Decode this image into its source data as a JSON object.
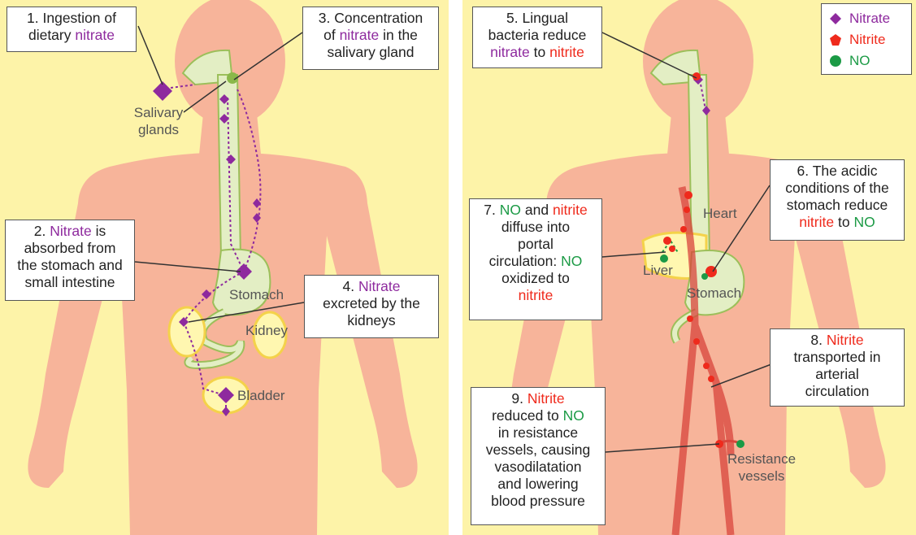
{
  "colors": {
    "background": "#fdf3a8",
    "body": "#f7b49a",
    "gut": "#e3eec4",
    "nitrate": "#8e2a9e",
    "nitrite": "#ef2a1c",
    "no": "#1b9a45",
    "organ_glow": "#fff7b0",
    "vessel": "#d9453c"
  },
  "left": {
    "box1": {
      "num": "1.",
      "text1": "Ingestion of",
      "text2": "dietary",
      "nitrate": "nitrate"
    },
    "box2": {
      "num": "2.",
      "nitrate": "Nitrate",
      "text1": "is",
      "text2": "absorbed from",
      "text3": "the stomach and",
      "text4": "small intestine"
    },
    "box3": {
      "num": "3.",
      "text1": "Concentration",
      "text2": "of",
      "nitrate": "nitrate",
      "text3": "in the",
      "text4": "salivary gland"
    },
    "box4": {
      "num": "4.",
      "nitrate": "Nitrate",
      "text1": "excreted by the",
      "text2": "kidneys"
    },
    "labels": {
      "salivary1": "Salivary",
      "salivary2": "glands",
      "stomach": "Stomach",
      "kidney": "Kidney",
      "bladder": "Bladder"
    }
  },
  "right": {
    "legend": {
      "nitrate": "Nitrate",
      "nitrite": "Nitrite",
      "no": "NO",
      "nitrate_icon": "diamond-icon",
      "nitrite_icon": "pentagon-icon",
      "no_icon": "circle-icon"
    },
    "box5": {
      "num": "5.",
      "text1": "Lingual",
      "text2": "bacteria reduce",
      "nitrate": "nitrate",
      "to": "to",
      "nitrite": "nitrite"
    },
    "box6": {
      "num": "6.",
      "text1": "The acidic",
      "text2": "conditions of the",
      "text3": "stomach reduce",
      "nitrite": "nitrite",
      "to": "to",
      "no": "NO"
    },
    "box7": {
      "num": "7.",
      "no": "NO",
      "and": "and",
      "nitrite": "nitrite",
      "text1": "diffuse into",
      "text2": "portal",
      "text3": "circulation:",
      "no2": "NO",
      "text4": "oxidized to",
      "nitrite2": "nitrite"
    },
    "box8": {
      "num": "8.",
      "nitrite": "Nitrite",
      "text1": "transported in",
      "text2": "arterial",
      "text3": "circulation"
    },
    "box9": {
      "num": "9.",
      "nitrite": "Nitrite",
      "text1": "reduced to",
      "no": "NO",
      "text2": "in resistance",
      "text3": "vessels, causing",
      "text4": "vasodilatation",
      "text5": "and lowering",
      "text6": "blood pressure"
    },
    "labels": {
      "heart": "Heart",
      "liver": "Liver",
      "stomach": "Stomach",
      "resistance1": "Resistance",
      "resistance2": "vessels"
    }
  }
}
